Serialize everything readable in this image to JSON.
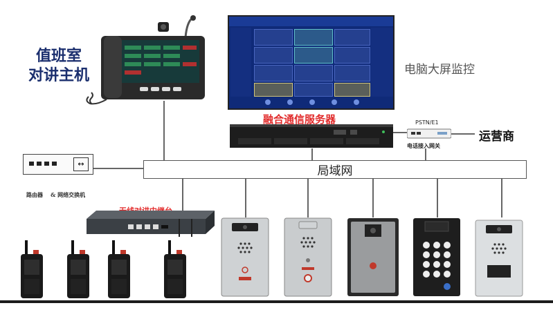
{
  "labels": {
    "duty_room_line1": "值班室",
    "duty_room_line2": "对讲主机",
    "big_screen": "电脑大屏监控",
    "server": "融合通信服务器",
    "pstn": "PSTN/E1",
    "gateway": "电话接入网关",
    "carrier": "运营商",
    "lan": "局域网",
    "router_switch": "路由器    & 网络交换机",
    "repeater": "无线对讲中继台"
  },
  "colors": {
    "title_blue": "#1b2f6e",
    "accent_red": "#e12b2b",
    "screen_blue": "#0f2a78"
  },
  "icons": [
    "desk-phone-icon",
    "monitor-screen-icon",
    "rack-server-icon",
    "gateway-icon",
    "router-switch-icon",
    "repeater-icon",
    "walkie-talkie-icon",
    "intercom-panel-icon",
    "keypad-intercom-icon"
  ]
}
